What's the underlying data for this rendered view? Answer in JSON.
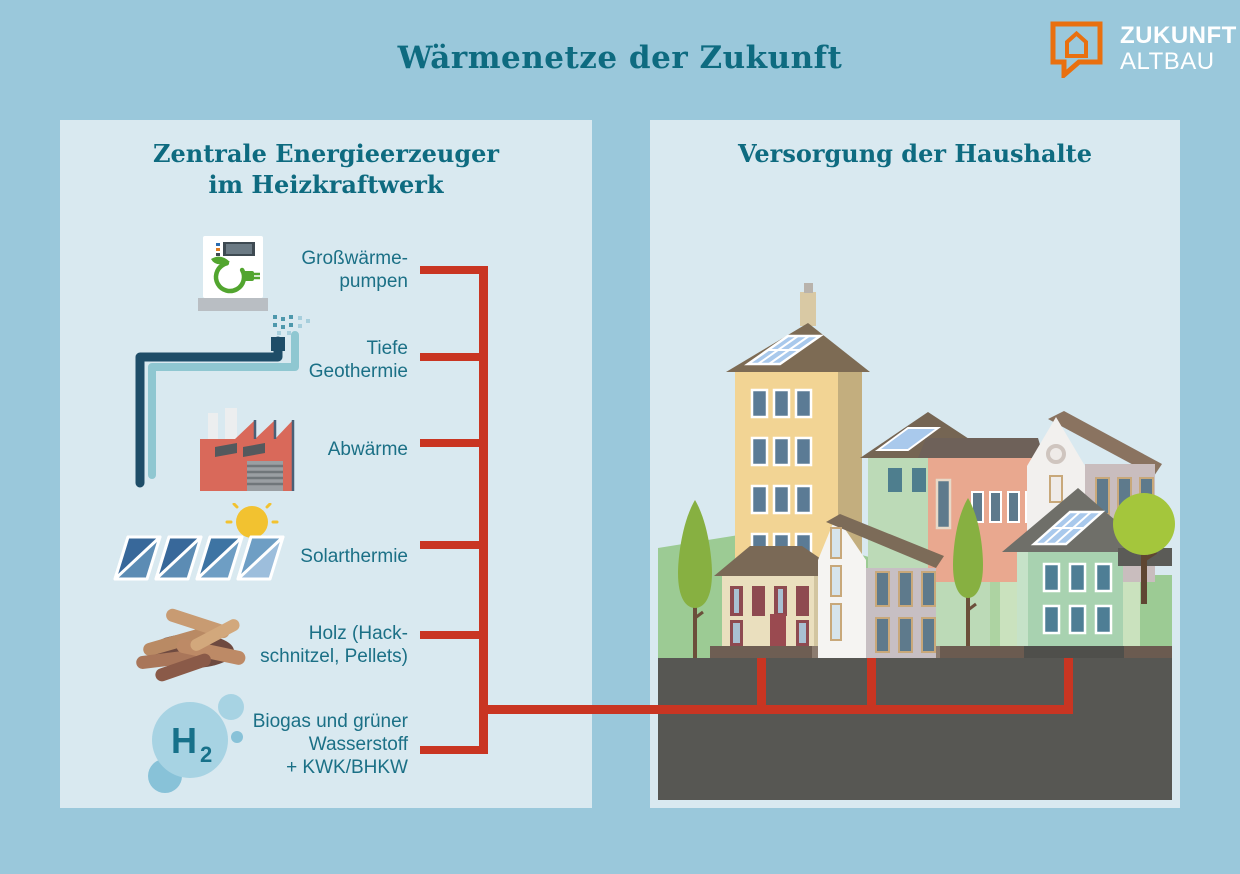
{
  "title": "Wärmenetze der Zukunft",
  "logo": {
    "name_line1": "ZUKUNFT",
    "name_line2": "ALTBAU"
  },
  "left_panel": {
    "heading": "Zentrale Energieerzeuger\nim Heizkraftwerk",
    "sources": [
      {
        "label": "Großwärme-\npumpen",
        "icon": "heat-pump"
      },
      {
        "label": "Tiefe\nGeothermie",
        "icon": "deep-geothermal-probe"
      },
      {
        "label": "Abwärme",
        "icon": "waste-heat-factory"
      },
      {
        "label": "Solarthermie",
        "icon": "solar-thermal-collectors"
      },
      {
        "label": "Holz (Hack-\nschnitzel, Pellets)",
        "icon": "wood-logs"
      },
      {
        "label": "Biogas und grüner\nWasserstoff\n+ KWK/BHKW",
        "icon": "hydrogen-bubbles"
      }
    ]
  },
  "right_panel": {
    "heading": "Versorgung der Haushalte"
  },
  "hydrogen": {
    "symbol": "H",
    "subscript": "2"
  },
  "colors": {
    "page_background": "#9AC8DB",
    "panel_background": "#D9E9F0",
    "heading_teal": "#0E6B80",
    "label_teal": "#1B7086",
    "network_red": "#C93522",
    "logo_orange": "#E9700F"
  }
}
